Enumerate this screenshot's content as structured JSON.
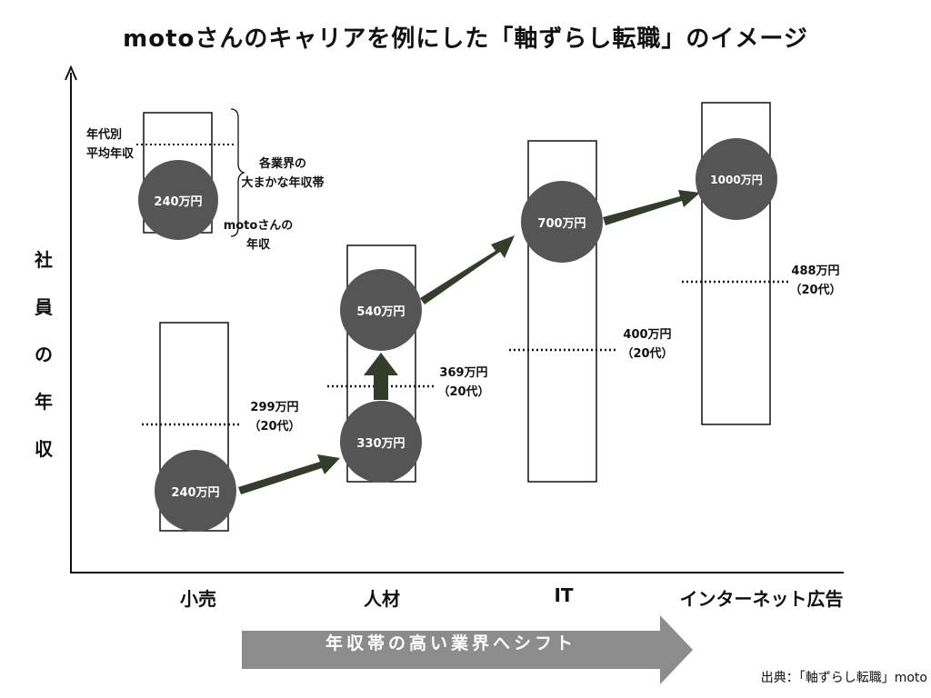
{
  "title": "motoさんのキャリアを例にした「軸ずらし転職」のイメージ",
  "y_axis_label": [
    "社",
    "員",
    "の",
    "年",
    "収"
  ],
  "legend": {
    "avg_label": [
      "年代別",
      "平均年収"
    ],
    "band_label": [
      "各業界の",
      "大まかな年収帯"
    ],
    "own_label": [
      "motoさんの",
      "年収"
    ],
    "sample_bubble": "240万円"
  },
  "industries": [
    {
      "name": "小売",
      "avg_lines": [
        "299万円",
        "（20代）"
      ]
    },
    {
      "name": "人材",
      "avg_lines": [
        "369万円",
        "（20代）"
      ]
    },
    {
      "name": "IT",
      "avg_lines": [
        "400万円",
        "（20代）"
      ]
    },
    {
      "name": "インターネット広告",
      "avg_lines": [
        "488万円",
        "（20代）"
      ]
    }
  ],
  "career": [
    {
      "industry": "小売",
      "salary": "240万円"
    },
    {
      "industry": "人材",
      "salary": "330万円"
    },
    {
      "industry": "人材",
      "salary": "540万円"
    },
    {
      "industry": "IT",
      "salary": "700万円"
    },
    {
      "industry": "インターネット広告",
      "salary": "1000万円"
    }
  ],
  "shift_label": "年収帯の高い業界へシフト",
  "source": "出典：「軸ずらし転職」moto",
  "colors": {
    "bubble": "#555555",
    "arrow": "#333d2b",
    "shift_arrow": "#8c8c8c",
    "box_border": "#111111"
  }
}
